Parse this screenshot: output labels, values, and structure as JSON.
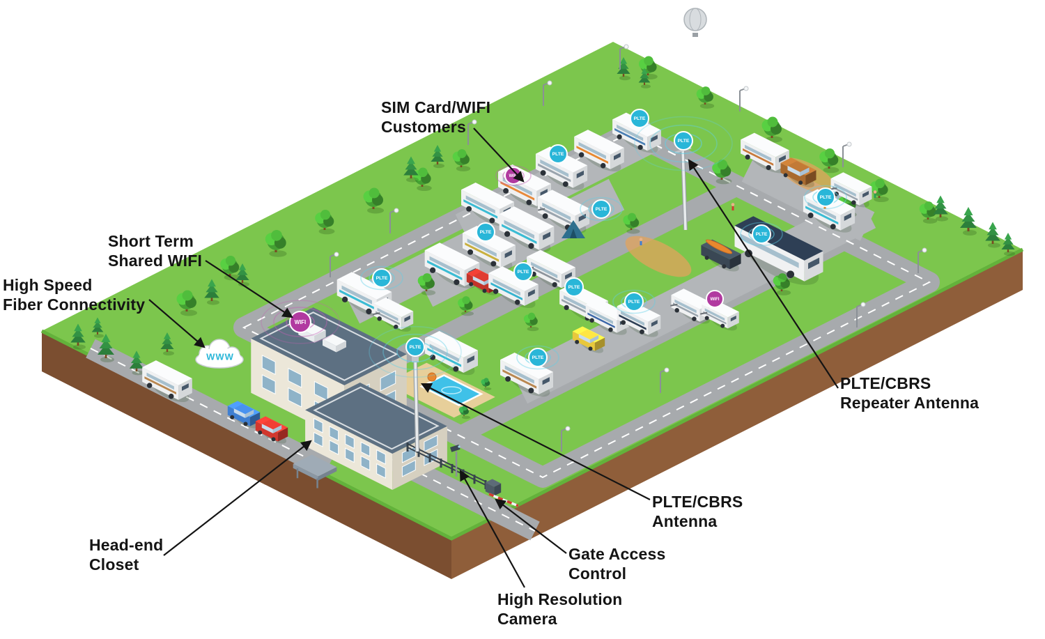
{
  "labels": {
    "sim_card": {
      "line1": "SIM Card/WIFI",
      "line2": "Customers"
    },
    "short_term": {
      "line1": "Short Term",
      "line2": "Shared WIFI"
    },
    "high_speed": {
      "line1": "High Speed",
      "line2": "Fiber Connectivity"
    },
    "head_end": {
      "line1": "Head-end",
      "line2": "Closet"
    },
    "plte_repeater": {
      "line1": "PLTE/CBRS",
      "line2": "Repeater Antenna"
    },
    "plte_antenna": {
      "line1": "PLTE/CBRS",
      "line2": "Antenna"
    },
    "gate_access": {
      "line1": "Gate Access",
      "line2": "Control"
    },
    "high_res": {
      "line1": "High Resolution",
      "line2": "Camera"
    }
  },
  "badges": {
    "plte": "PLTE",
    "wifi": "WIFI",
    "www": "WWW"
  },
  "icons": {
    "cloud": "www-cloud-icon",
    "plte": "plte-signal-badge",
    "wifi": "wifi-signal-badge"
  },
  "colors": {
    "grass": "#7cc64d",
    "grass_edge": "#63b23b",
    "dirt_sw": "#7b4e30",
    "dirt_se": "#8f5e3a",
    "road": "#a7aaad",
    "road_pad": "#b3b6b9",
    "road_marking": "#ffffff",
    "teal": "#29b6d8",
    "purple": "#b13aa0",
    "ripple_teal": "#5fd0e8",
    "ripple_purple": "#c45fb4",
    "label_text": "#141414",
    "pool": "#3fc1e8",
    "deck": "#e7cf9a",
    "roof": "#5d7082",
    "wall_light": "#ece7d9",
    "wall_shade": "#d6d0c0",
    "window": "#8fb3c8",
    "fence": "#37424c",
    "tree_green": "#44a033",
    "pine_green": "#2c7f3b"
  }
}
